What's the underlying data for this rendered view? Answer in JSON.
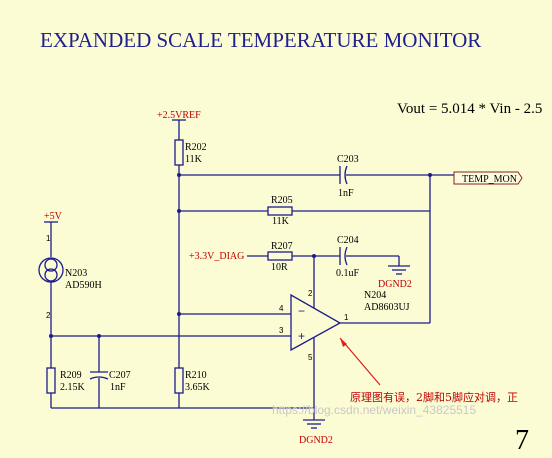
{
  "title": "EXPANDED SCALE TEMPERATURE MONITOR",
  "formula": "Vout = 5.014 * Vin - 2.5",
  "page_number": "7",
  "nets": {
    "vref": "+2.5VREF",
    "v5": "+5V",
    "v33": "+3.3V_DIAG",
    "gnd1": "DGND2",
    "gnd2": "DGND2",
    "output": "TEMP_MON"
  },
  "components": {
    "r202": {
      "ref": "R202",
      "value": "11K"
    },
    "c203": {
      "ref": "C203",
      "value": "1nF"
    },
    "r205": {
      "ref": "R205",
      "value": "11K"
    },
    "r207": {
      "ref": "R207",
      "value": "10R"
    },
    "c204": {
      "ref": "C204",
      "value": "0.1uF"
    },
    "n203": {
      "ref": "N203",
      "value": "AD590H"
    },
    "n204": {
      "ref": "N204",
      "value": "AD8603UJ"
    },
    "r209": {
      "ref": "R209",
      "value": "2.15K"
    },
    "c207": {
      "ref": "C207",
      "value": "1nF"
    },
    "r210": {
      "ref": "R210",
      "value": "3.65K"
    }
  },
  "pins": {
    "p4": "4",
    "p3": "3",
    "p2": "2",
    "p5": "5",
    "p1": "1",
    "n203_p1": "1",
    "n203_p2": "2"
  },
  "annotation": "原理图有误，2脚和5脚应对调，正",
  "watermark": "https://blog.csdn.net/weixin_43825515"
}
